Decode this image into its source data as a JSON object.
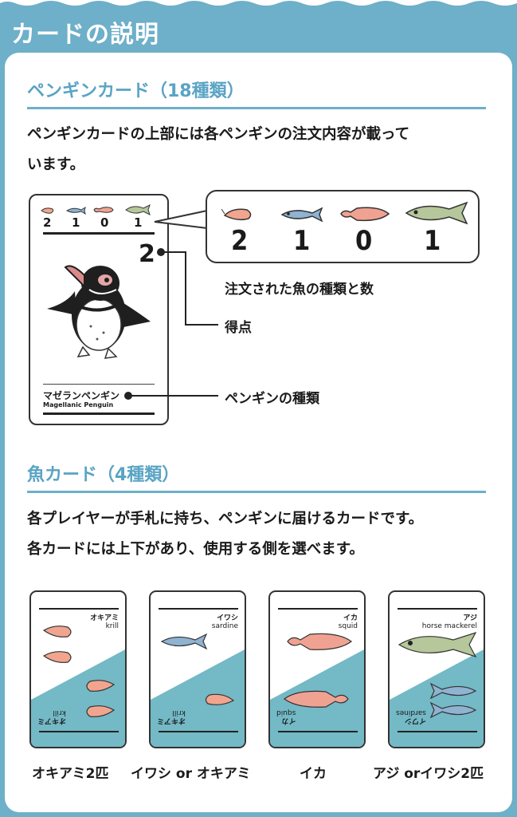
{
  "header": {
    "title": "カードの説明"
  },
  "penguin_section": {
    "title": "ペンギンカード（18種類）",
    "description_line1": "ペンギンカードの上部には各ペンギンの注文内容が載って",
    "description_line2": "います。",
    "card": {
      "order_counts": [
        "2",
        "1",
        "0",
        "1"
      ],
      "score": "2",
      "name_ja": "マゼランペンギン",
      "name_en": "Magellanic Penguin"
    },
    "bubble_counts": [
      "2",
      "1",
      "0",
      "1"
    ],
    "callouts": {
      "order": "注文された魚の種類と数",
      "score": "得点",
      "species": "ペンギンの種類"
    }
  },
  "fish_section": {
    "title": "魚カード（4種類）",
    "description_line1": "各プレイヤーが手札に持ち、ペンギンに届けるカードです。",
    "description_line2": "各カードには上下があり、使用する側を選べます。",
    "cards": [
      {
        "top_ja": "オキアミ",
        "top_en": "krill",
        "bottom_ja": "オキアミ",
        "bottom_en": "krill",
        "caption": "オキアミ2匹"
      },
      {
        "top_ja": "イワシ",
        "top_en": "sardine",
        "bottom_ja": "オキアミ",
        "bottom_en": "krill",
        "caption": "イワシ or オキアミ"
      },
      {
        "top_ja": "イカ",
        "top_en": "squid",
        "bottom_ja": "イカ",
        "bottom_en": "squid",
        "caption": "イカ"
      },
      {
        "top_ja": "アジ",
        "top_en": "horse mackerel",
        "bottom_ja": "イワシ",
        "bottom_en": "sardines",
        "caption": "アジ orイワシ2匹"
      }
    ]
  },
  "colors": {
    "accent": "#6eafc9",
    "teal_fill": "#73b9c6",
    "text": "#1a1a1a"
  }
}
